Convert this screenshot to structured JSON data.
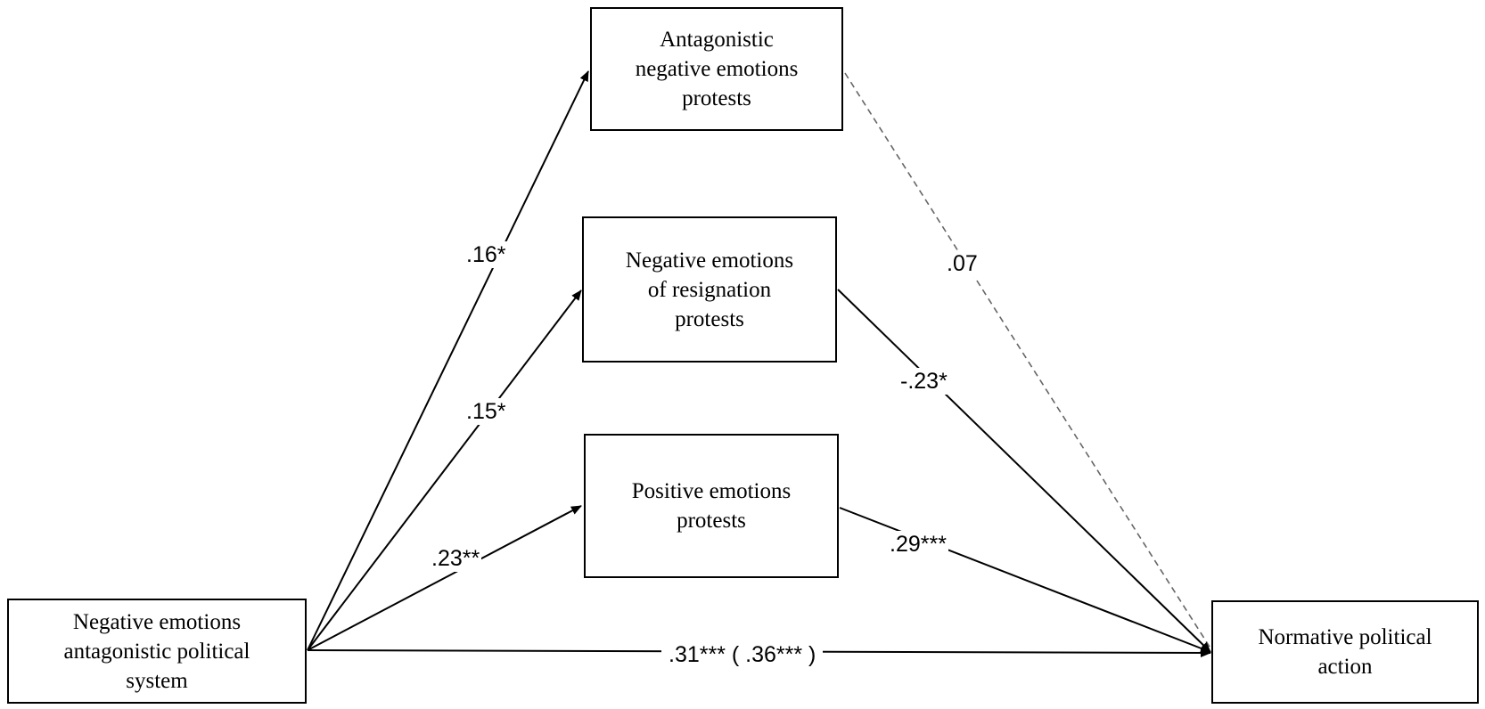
{
  "nodes": {
    "predictor": "Negative emotions\nantagonistic political\nsystem",
    "mediator_antagonistic": "Antagonistic\nnegative emotions\nprotests",
    "mediator_resignation": "Negative emotions\nof resignation\nprotests",
    "mediator_positive": "Positive emotions\nprotests",
    "outcome": "Normative political\naction"
  },
  "coefficients": {
    "a_antagonistic": ".16*",
    "a_resignation": ".15*",
    "a_positive": ".23**",
    "b_antagonistic": ".07",
    "b_resignation": "-.23*",
    "b_positive": ".29***",
    "direct": ".31*** ( .36*** )"
  },
  "styles": {
    "line_color": "#000000",
    "nonsignificant_path": "dashed"
  }
}
